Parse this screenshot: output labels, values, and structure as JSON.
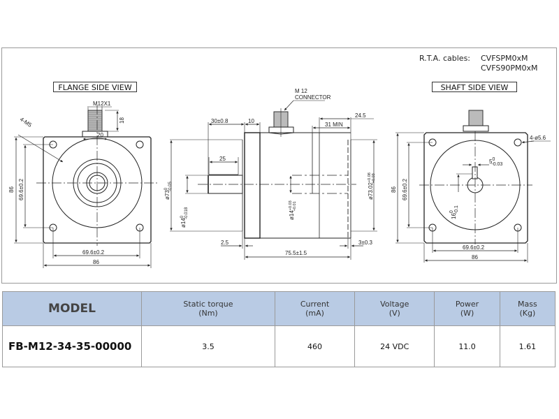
{
  "cables": {
    "label": "R.T.A. cables:",
    "values": [
      "CVFSPM0xM",
      "CVFS90PM0xM"
    ]
  },
  "views": {
    "flange": {
      "title": "FLANGE SIDE VIEW",
      "dims": {
        "thread": "M12X1",
        "connector_height": "18",
        "connector_width": "20",
        "holes": "4-M5",
        "height": "86",
        "hole_pitch_v": "69.6±0.2",
        "hole_pitch_h": "69.6±0.2",
        "width": "86"
      }
    },
    "side": {
      "connector_label_1": "M 12",
      "connector_label_2": "CONNECTOR",
      "dims": {
        "shaft_length": "30±0.8",
        "flange_thickness": "10",
        "rear_length": "24.5",
        "rear_min": "31  MIN",
        "key_length": "25",
        "pilot_dia": "ø73",
        "pilot_tol_upper": "0",
        "pilot_tol_lower": "-0.05",
        "shaft_dia": "ø14",
        "shaft_tol_upper": "0",
        "shaft_tol_lower": "-0.018",
        "bore_dia": "ø14",
        "bore_tol_upper": "+0.03",
        "bore_tol_lower": "+0.01",
        "rear_dia": "ø73.02",
        "rear_tol_upper": "+0.08",
        "rear_tol_lower": "+0.03",
        "pilot_depth": "2.5",
        "body_length": "75.5±1.5",
        "rear_gap": "3±0.3"
      }
    },
    "shaft": {
      "title": "SHAFT SIDE VIEW",
      "dims": {
        "holes": "4-ø5.6",
        "key_width": "5",
        "key_tol_upper": "0",
        "key_tol_lower": "-0.03",
        "key_height": "16",
        "key_h_tol_upper": "0",
        "key_h_tol_lower": "-0.1",
        "height": "86",
        "hole_pitch_v": "69.6±0.2",
        "hole_pitch_h": "69.6±0.2",
        "width": "86"
      }
    }
  },
  "table": {
    "headers": [
      {
        "line1": "MODEL",
        "line2": ""
      },
      {
        "line1": "Static torque",
        "line2": "(Nm)"
      },
      {
        "line1": "Current",
        "line2": "(mA)"
      },
      {
        "line1": "Voltage",
        "line2": "(V)"
      },
      {
        "line1": "Power",
        "line2": "(W)"
      },
      {
        "line1": "Mass",
        "line2": "(Kg)"
      }
    ],
    "rows": [
      [
        "FB-M12-34-35-00000",
        "3.5",
        "460",
        "24 VDC",
        "11.0",
        "1.61"
      ]
    ]
  },
  "colors": {
    "header_bg": "#b9cbe4",
    "line": "#222222",
    "border": "#9a9a9a"
  }
}
